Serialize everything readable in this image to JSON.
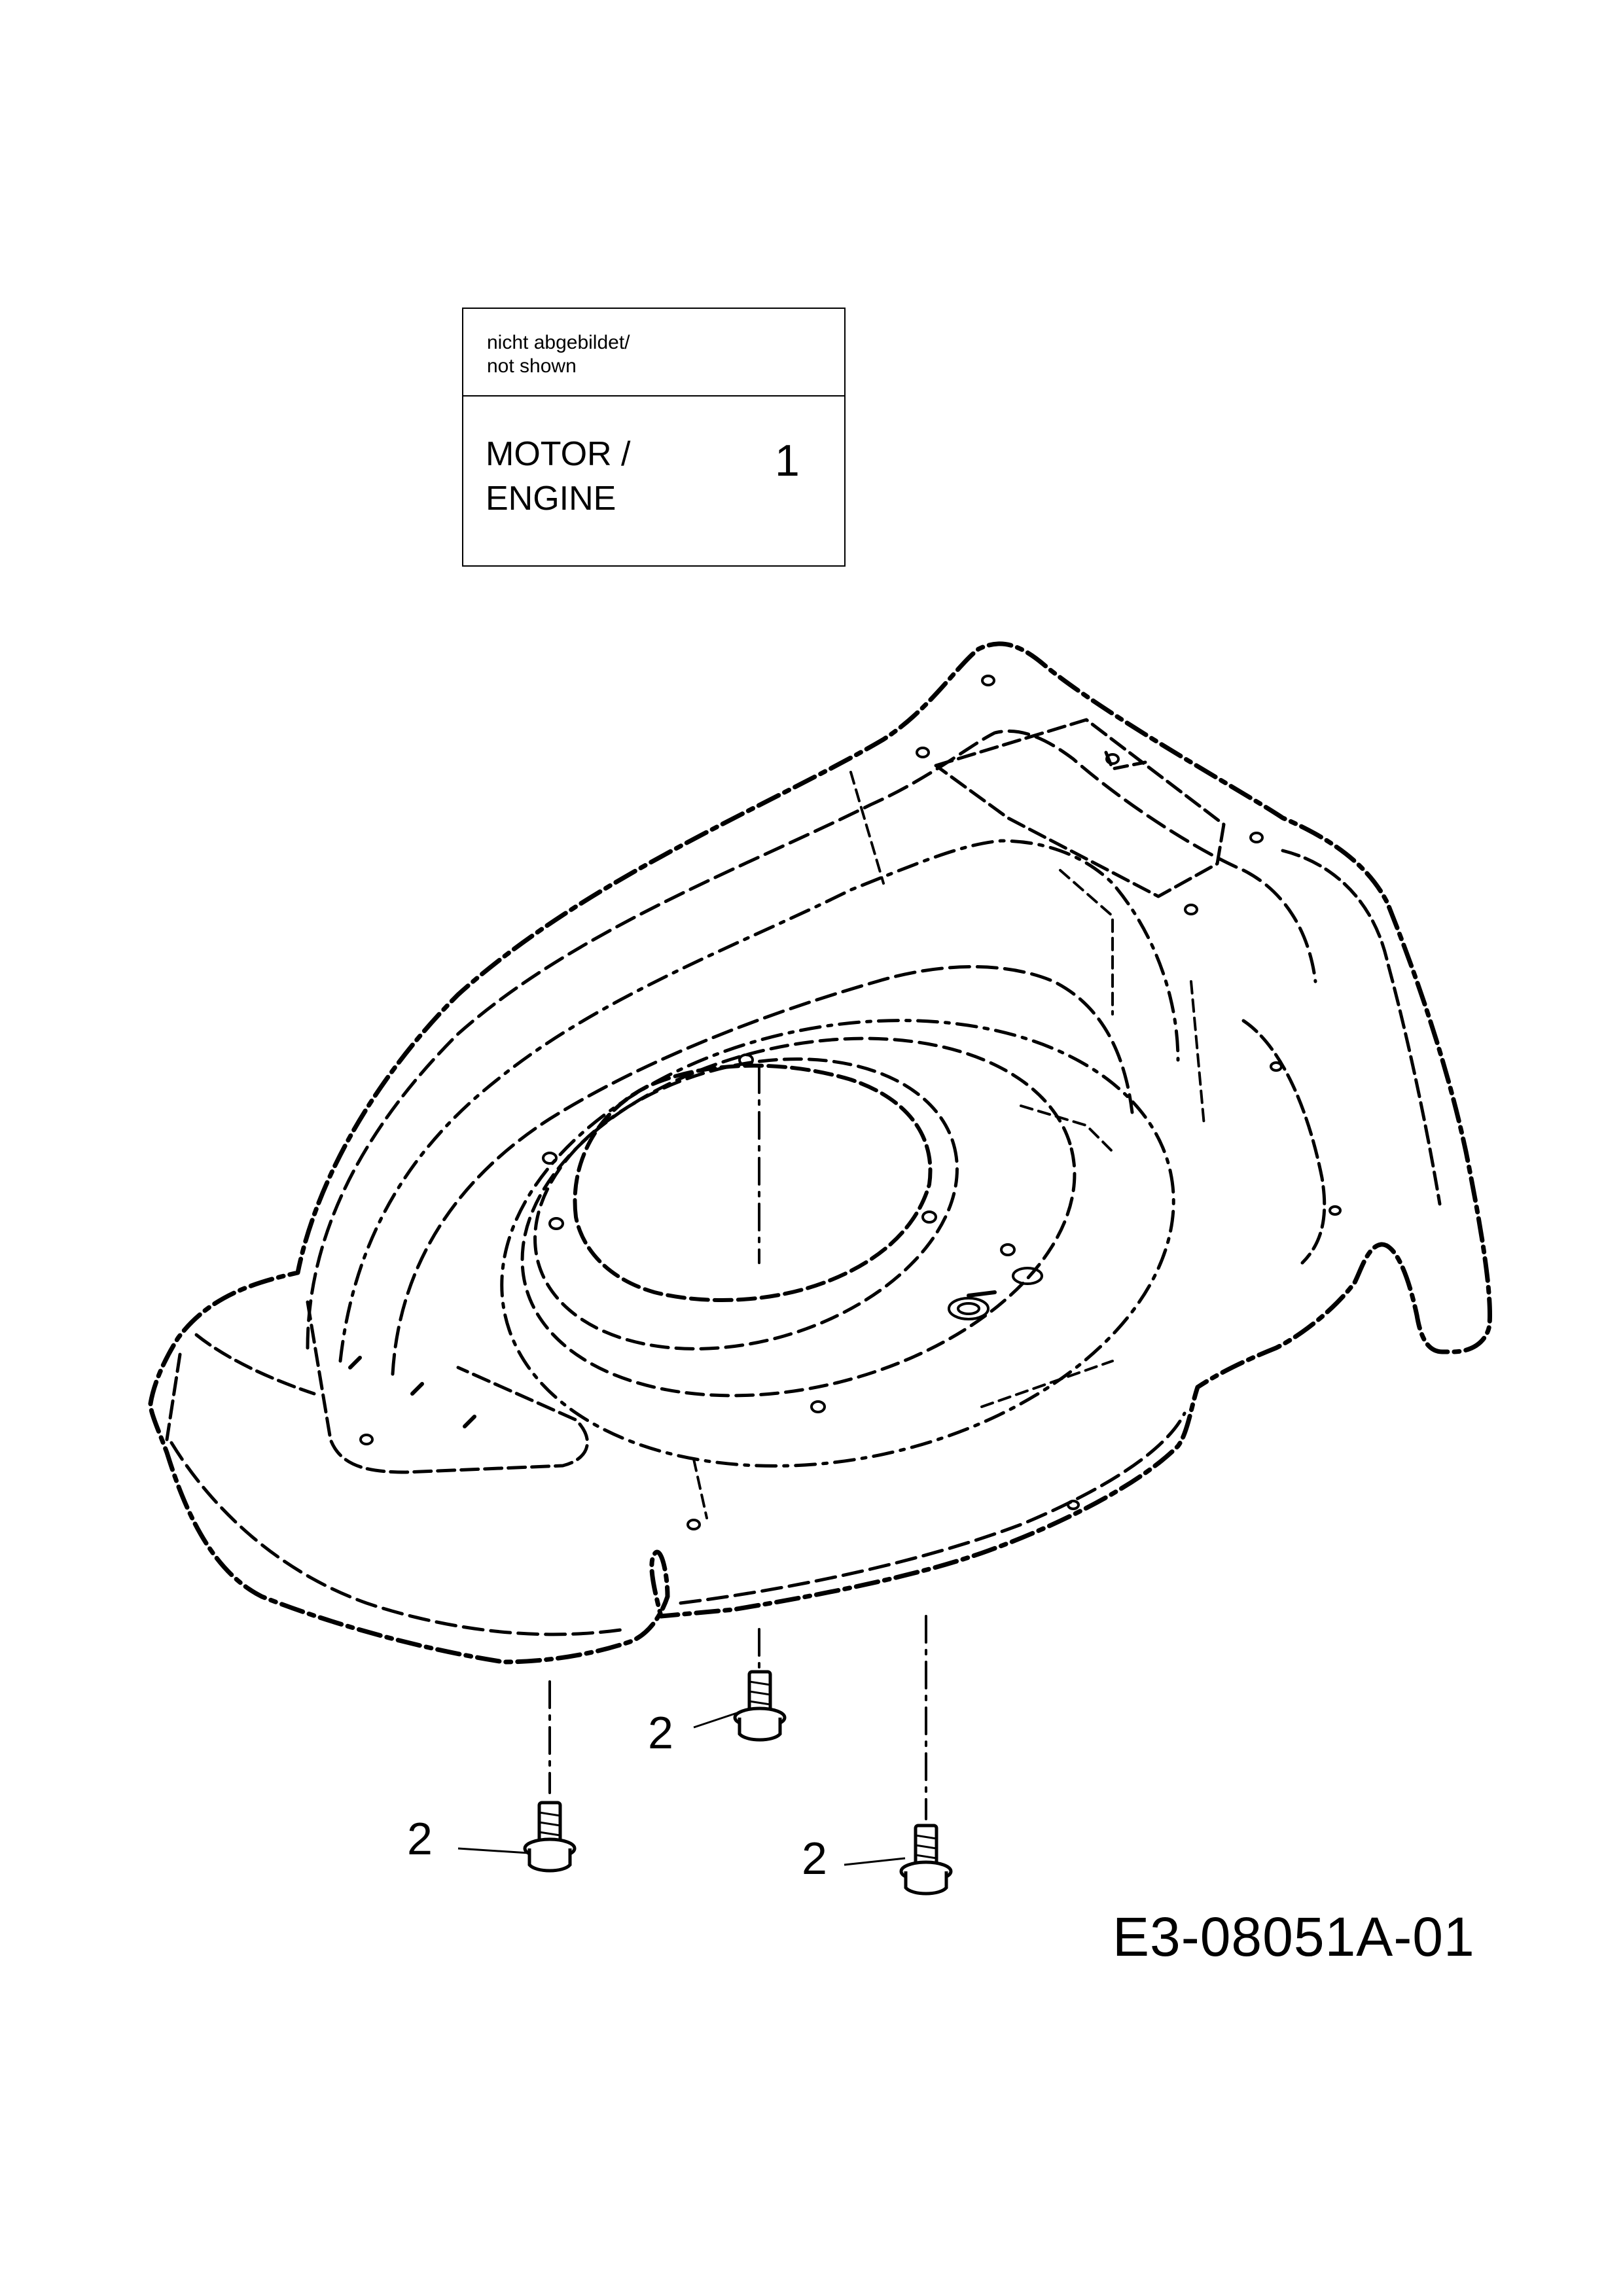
{
  "legend": {
    "not_shown_de": "nicht abgebildet/",
    "not_shown_en": "not shown",
    "part_name_line1": "MOTOR /",
    "part_name_line2": "ENGINE",
    "part_number": "1"
  },
  "callouts": [
    {
      "label": "2"
    },
    {
      "label": "2"
    },
    {
      "label": "2"
    }
  ],
  "drawing_id": "E3-08051A-01"
}
